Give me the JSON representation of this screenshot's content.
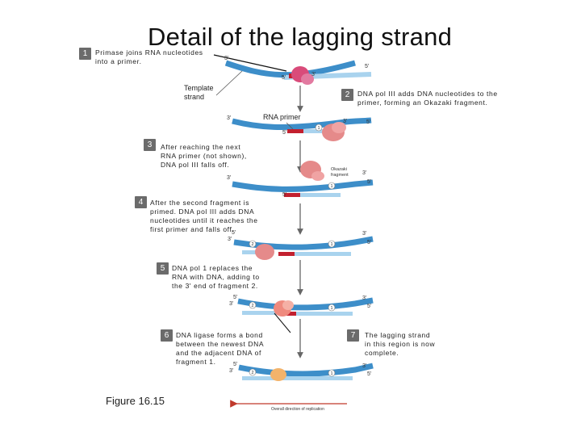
{
  "title": "Detail of the lagging strand",
  "figure_label": "Figure 16.15",
  "steps": [
    {
      "num": "1",
      "text": [
        "Primase joins RNA nucleotides",
        "into a primer."
      ]
    },
    {
      "num": "2",
      "text": [
        "DNA pol III adds DNA nucleotides to the",
        "primer, forming an Okazaki fragment."
      ]
    },
    {
      "num": "3",
      "text": [
        "After reaching the next",
        "RNA primer (not shown),",
        "DNA pol III falls off."
      ]
    },
    {
      "num": "4",
      "text": [
        "After the second fragment is",
        "primed. DNA pol III adds DNA",
        "nucleotides until it reaches the",
        "first primer and falls off."
      ]
    },
    {
      "num": "5",
      "text": [
        "DNA pol 1 replaces the",
        "RNA with DNA, adding to",
        "the 3' end of fragment 2."
      ]
    },
    {
      "num": "6",
      "text": [
        "DNA ligase forms a bond",
        "between the newest DNA",
        "and the adjacent DNA of",
        "fragment 1."
      ]
    },
    {
      "num": "7",
      "text": [
        "The lagging strand",
        "in this region is now",
        "complete."
      ]
    }
  ],
  "labels": {
    "template_strand": [
      "Template",
      "strand"
    ],
    "rna_primer": "RNA primer",
    "okazaki_fragment": [
      "Okazaki",
      "fragment"
    ],
    "overall_direction": "Overall direction of replication",
    "three_prime": "3'",
    "five_prime": "5'",
    "fragment_1": "1",
    "fragment_2": "2"
  },
  "colors": {
    "dna_strand": "#3d8ec9",
    "dna_light": "#a9d3ee",
    "primer": "#c2202f",
    "primase": "#d94b7a",
    "pol3": "#e58a8a",
    "pol1": "#ef8a7e",
    "ligase": "#f2b36b",
    "arrow": "#666666",
    "direction_arrow": "#c0392b"
  }
}
